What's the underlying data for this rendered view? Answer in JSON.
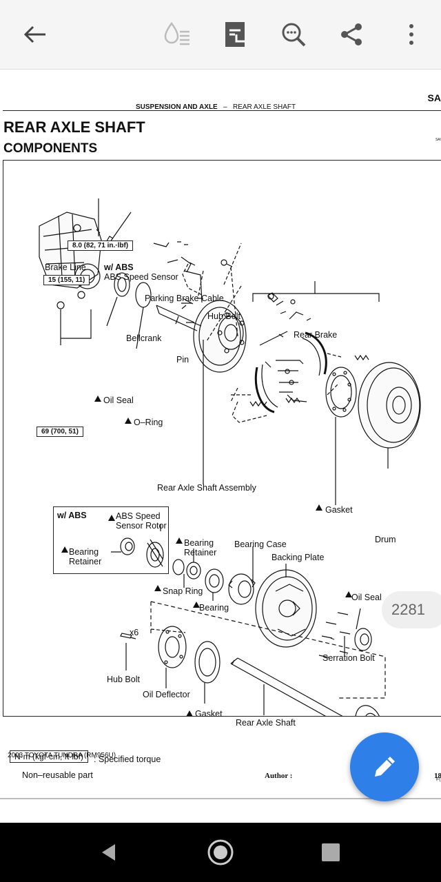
{
  "toolbar": {
    "icons": [
      "back-arrow-icon",
      "text-reflow-icon",
      "document-icon",
      "search-icon",
      "share-icon",
      "more-vert-icon"
    ]
  },
  "header": {
    "section_right": "SA",
    "breadcrumb_section": "SUSPENSION AND AXLE",
    "breadcrumb_dash": "–",
    "breadcrumb_page": "REAR AXLE SHAFT",
    "title": "REAR AXLE SHAFT",
    "subtitle": "COMPONENTS",
    "code": "SA/"
  },
  "diagram": {
    "torque_top": "8.0 (82, 71 in.·lbf)",
    "brake_line": "Brake Line",
    "torque_brake_line": "15 (155, 11)",
    "w_abs": "w/ ABS",
    "abs_speed_sensor": "ABS Speed Sensor",
    "parking_brake_cable": "Parking Brake Cable",
    "hub_bolt_top": "Hub Bolt",
    "bellcrank": "Bellcrank",
    "rear_brake": "Rear Brake",
    "pin": "Pin",
    "oil_seal_left": "Oil Seal",
    "o_ring": "O–Ring",
    "torque_69": "69 (700, 51)",
    "rear_axle_shaft_assembly": "Rear Axle Shaft Assembly",
    "gasket_mid": "Gasket",
    "drum": "Drum",
    "abs_box_title": "w/ ABS",
    "abs_speed_sensor_rotor_1": "ABS Speed",
    "abs_speed_sensor_rotor_2": "Sensor Rotor",
    "abs_bearing_retainer_1": "Bearing",
    "abs_bearing_retainer_2": "Retainer",
    "bearing_retainer_1": "Bearing",
    "bearing_retainer_2": "Retainer",
    "bearing_case": "Bearing Case",
    "backing_plate": "Backing Plate",
    "snap_ring": "Snap Ring",
    "bearing": "Bearing",
    "oil_seal_right": "Oil Seal",
    "x6": "x6",
    "serration_bolt": "Serration Bolt",
    "hub_bolt_bottom": "Hub Bolt",
    "oil_deflector": "Oil Deflector",
    "gasket_bottom": "Gasket",
    "rear_axle_shaft": "Rear Axle Shaft",
    "legend_torque_box": "N·m (kgf·cm, ft·lbf)",
    "legend_torque_text": ": Specified torque",
    "legend_nonreusable": "Non–reusable part",
    "fig_code": "F("
  },
  "footer": {
    "model": "2003 TOYOTA TUNDRA   (RM956U)",
    "author_label": "Author :",
    "page_fragment": "18"
  },
  "page_indicator": "2281",
  "colors": {
    "fab": "#2e7fe8",
    "toolbar": "#f5f5f5"
  }
}
